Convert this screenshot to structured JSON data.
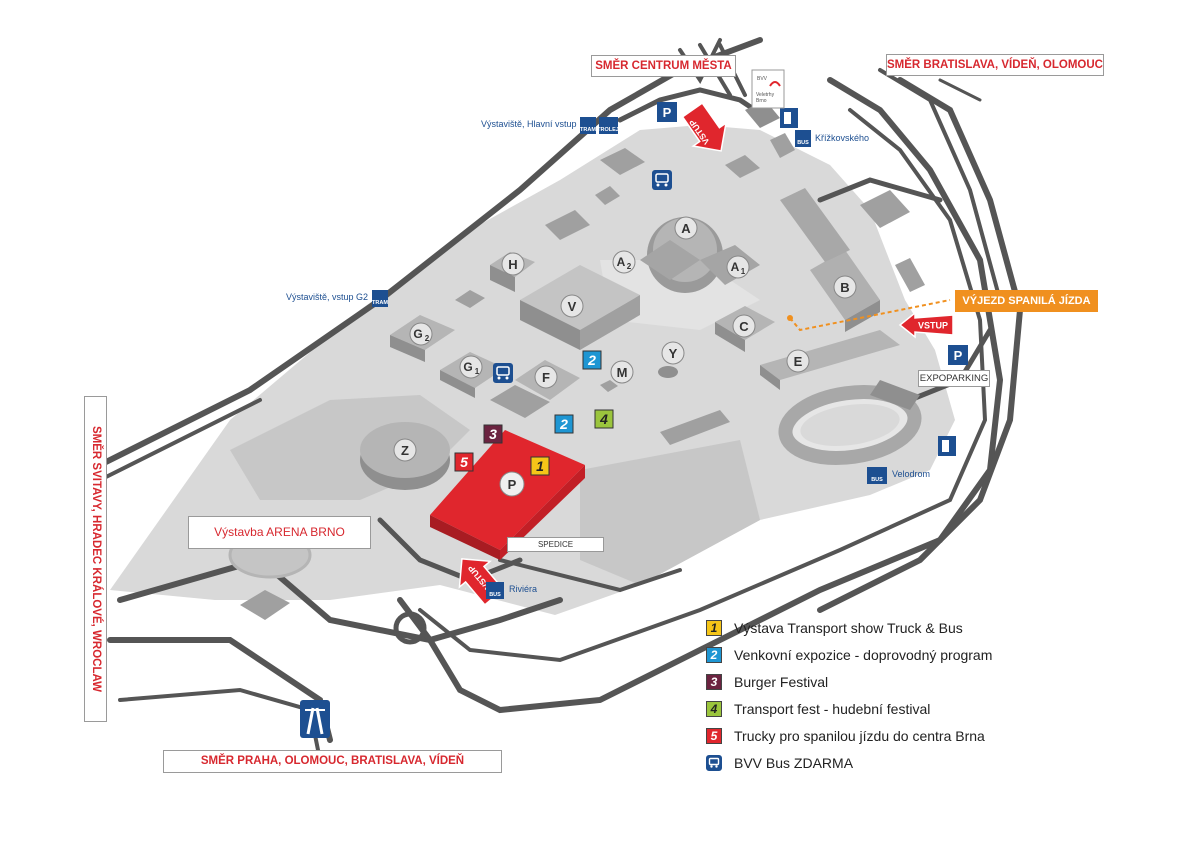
{
  "directions": {
    "city_center": "SMĚR CENTRUM MĚSTA",
    "bratislava": "SMĚR BRATISLAVA, VÍDEŇ, OLOMOUC",
    "svitavy": "SMĚR SVITAVY, HRADEC KRÁLOVÉ, WROCLAW",
    "praha": "SMĚR PRAHA, OLOMOUC, BRATISLAVA, VÍDEŇ"
  },
  "arena": "Výstavba ARENA BRNO",
  "exit_label": "VÝJEZD SPANILÁ JÍZDA",
  "expoparking": "EXPOPARKING",
  "spedice": "SPEDICE",
  "entrance": "VSTUP",
  "parking_symbol": "P",
  "stops": {
    "main_entrance": "Výstaviště, Hlavní vstup",
    "g2_entrance": "Výstaviště, vstup G2",
    "krizkovskeho": "Křížkovského",
    "velodrom": "Velodrom",
    "riviera": "Riviéra",
    "tram": "TRAM",
    "trolej": "TROLEJ",
    "bus": "BUS"
  },
  "bvv_sign": [
    "BVV",
    "Veletrhy",
    "Brno"
  ],
  "pavilions": [
    "A",
    "A2",
    "A1",
    "B",
    "C",
    "E",
    "F",
    "G1",
    "G2",
    "H",
    "M",
    "V",
    "Y",
    "Z",
    "P"
  ],
  "markers": [
    "1",
    "2",
    "2",
    "3",
    "4",
    "5"
  ],
  "legend": [
    {
      "num": "1",
      "label": "Výstava Transport show Truck & Bus",
      "color": "#f5c518"
    },
    {
      "num": "2",
      "label": "Venkovní expozice - doprovodný program",
      "color": "#1e96d3"
    },
    {
      "num": "3",
      "label": "Burger Festival",
      "color": "#6b2340"
    },
    {
      "num": "4",
      "label": "Transport fest - hudební festival",
      "color": "#9bc53d"
    },
    {
      "num": "5",
      "label": "Trucky pro spanilou jízdu do centra Brna",
      "color": "#e0262d"
    },
    {
      "num": "",
      "label": "BVV Bus ZDARMA",
      "color": "#1d4f91",
      "icon": "bus-icon"
    }
  ],
  "colors": {
    "road": "#555555",
    "ground": "#d9d9d9",
    "building": "#a8a8a8",
    "highlight": "#e0262d",
    "bvv_blue": "#1d4f91",
    "exit_orange": "#f0901f"
  }
}
